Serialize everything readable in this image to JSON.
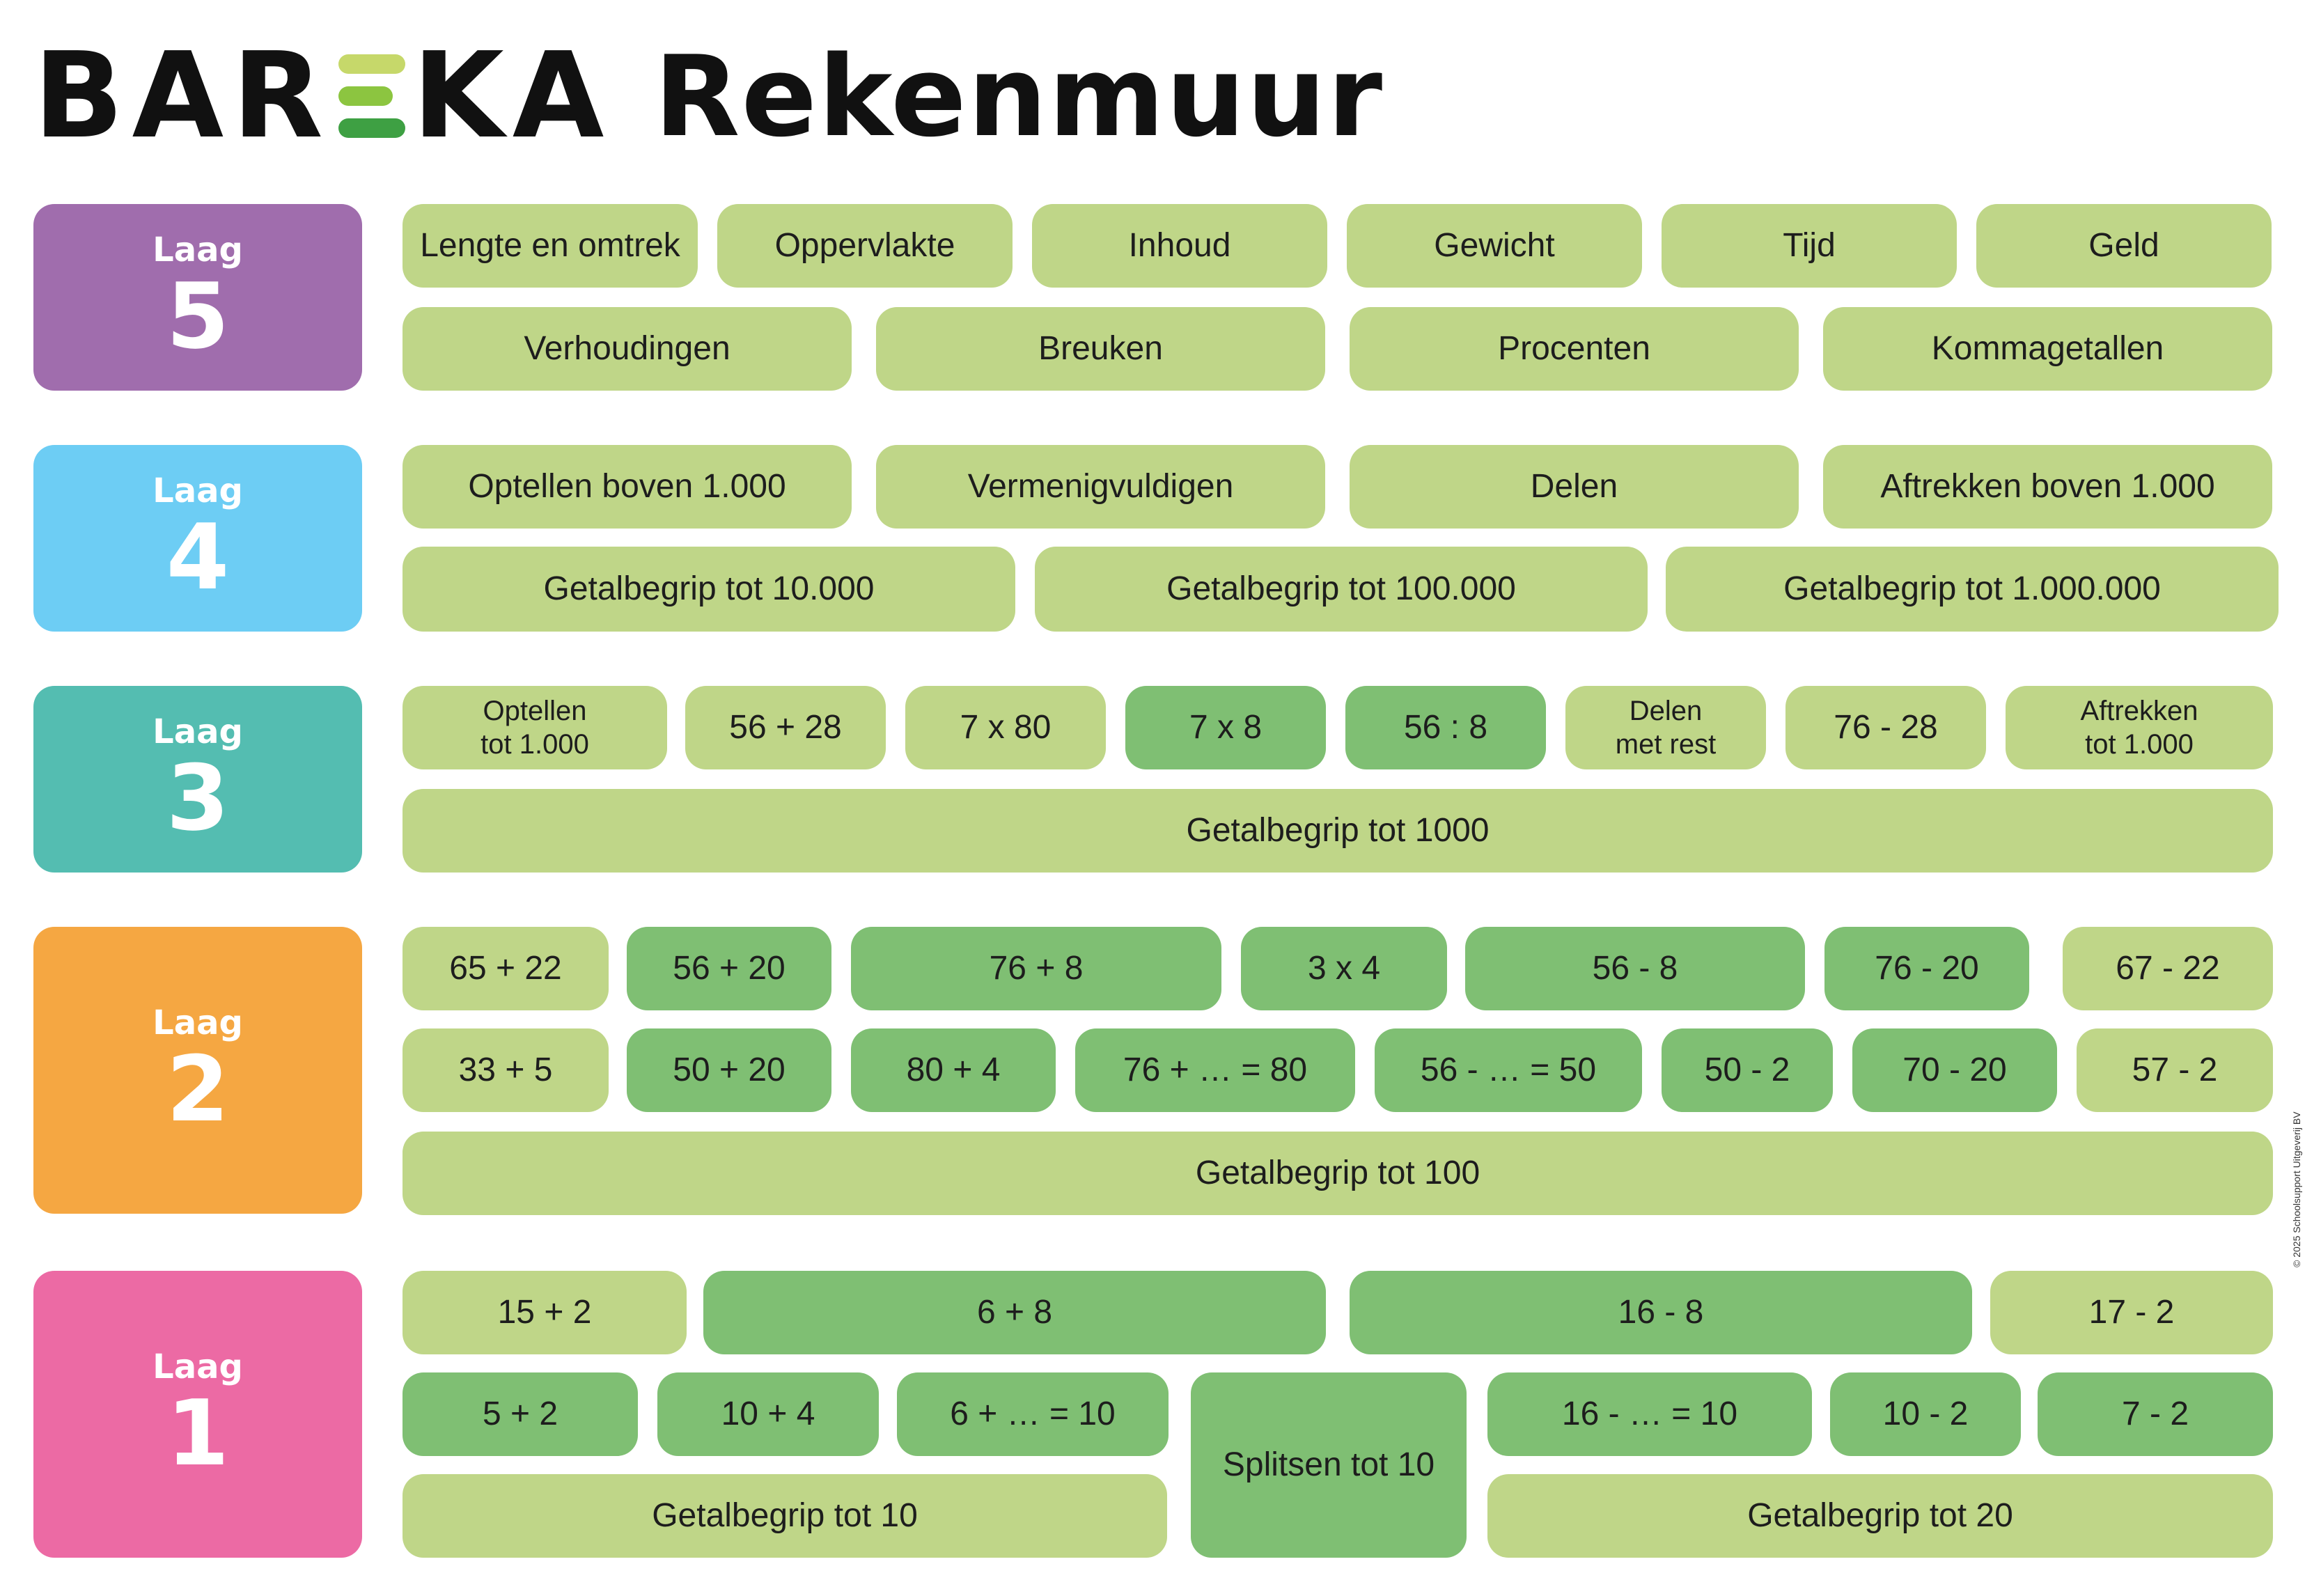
{
  "header": {
    "logo_left": "BAR",
    "logo_right": "KA",
    "title": "Rekenmuur"
  },
  "colors": {
    "laag5": "#a06dad",
    "laag4": "#6dcdf4",
    "laag3": "#54bdb1",
    "laag2": "#f5a742",
    "laag1": "#ec6aa4",
    "brick_light": "#bfd688",
    "brick_dark": "#7fbf73"
  },
  "layers": {
    "laag5": {
      "label": "Laag",
      "number": "5"
    },
    "laag4": {
      "label": "Laag",
      "number": "4"
    },
    "laag3": {
      "label": "Laag",
      "number": "3"
    },
    "laag2": {
      "label": "Laag",
      "number": "2"
    },
    "laag1": {
      "label": "Laag",
      "number": "1"
    }
  },
  "bricks": {
    "l5": {
      "lengte": "Lengte en omtrek",
      "oppervlakte": "Oppervlakte",
      "inhoud": "Inhoud",
      "gewicht": "Gewicht",
      "tijd": "Tijd",
      "geld": "Geld",
      "verhoudingen": "Verhoudingen",
      "breuken": "Breuken",
      "procenten": "Procenten",
      "kommagetallen": "Kommagetallen"
    },
    "l4": {
      "optellen": "Optellen boven 1.000",
      "vermenigvuldigen": "Vermenigvuldigen",
      "delen": "Delen",
      "aftrekken": "Aftrekken boven 1.000",
      "gb10000": "Getalbegrip tot 10.000",
      "gb100000": "Getalbegrip tot 100.000",
      "gb1000000": "Getalbegrip tot 1.000.000"
    },
    "l3": {
      "optellen": "Optellen\ntot 1.000",
      "som1": "56 + 28",
      "mul1": "7 x 80",
      "mul2": "7 x 8",
      "div1": "56 : 8",
      "delenrest": "Delen\nmet rest",
      "min1": "76 - 28",
      "aftrekken": "Aftrekken\ntot 1.000",
      "gb1000": "Getalbegrip tot 1000"
    },
    "l2": {
      "a": "65 + 22",
      "b": "56 + 20",
      "c": "76 + 8",
      "d": "3 x 4",
      "e": "56 - 8",
      "f": "76 - 20",
      "g": "67 - 22",
      "h": "33 + 5",
      "i": "50 + 20",
      "j": "80 + 4",
      "k": "76 + … = 80",
      "l": "56 - … = 50",
      "m": "50 - 2",
      "n": "70 - 20",
      "o": "57 - 2",
      "gb100": "Getalbegrip tot 100"
    },
    "l1": {
      "a": "15 + 2",
      "b": "6 + 8",
      "c": "16 - 8",
      "d": "17 - 2",
      "e": "5 + 2",
      "f": "10 + 4",
      "g": "6 + … = 10",
      "splitsen": "Splitsen tot 10",
      "h": "16 - … = 10",
      "i": "10 - 2",
      "j": "7 - 2",
      "gb10": "Getalbegrip tot 10",
      "gb20": "Getalbegrip tot 20"
    }
  },
  "copyright": "© 2025 Schoolsupport Uitgeverij BV"
}
